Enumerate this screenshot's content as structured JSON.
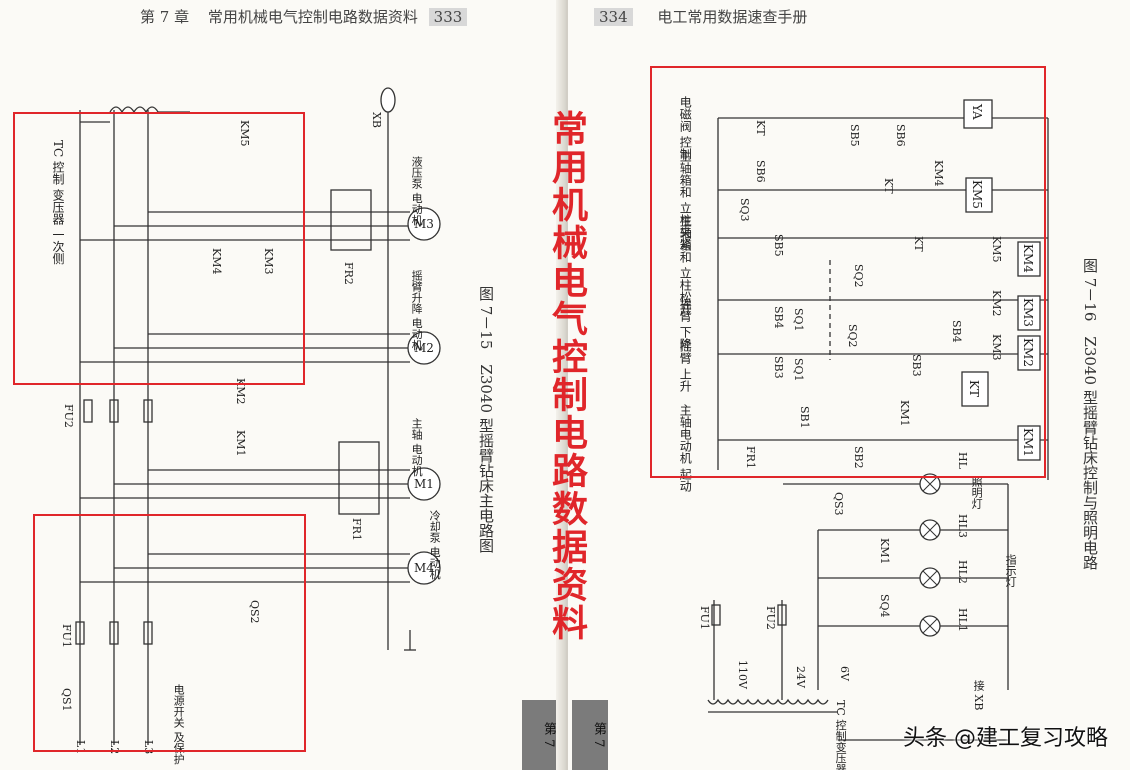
{
  "left_page": {
    "header_chapter": "第 7 章",
    "header_title": "常用机械电气控制电路数据资料",
    "page_number": "333",
    "caption": "图 7－15　Z3040 型摇臂钻床主电路图",
    "labels": {
      "tc": "TC 控制 变压器 一次侧",
      "xb": "XB",
      "km5": "KM5",
      "km4": "KM4",
      "km3": "KM3",
      "km2": "KM2",
      "km1": "KM1",
      "fr1": "FR1",
      "fr2": "FR2",
      "fu1": "FU1",
      "fu2": "FU2",
      "qs1": "QS1",
      "qs2": "QS2",
      "m1": "M1",
      "m2": "M2",
      "m3": "M3",
      "m4": "M4",
      "m1_desc": "主轴 电动机",
      "m2_desc": "摇臂升降 电动机",
      "m3_desc": "液压泵 电动机",
      "m4_desc": "冷却泵 电动机",
      "power_switch": "电源开关 及保护",
      "l1": "L1",
      "l2": "L2",
      "l3": "L3"
    },
    "tab": "第 7"
  },
  "right_page": {
    "page_number": "334",
    "header_title": "电工常用数据速查手册",
    "caption": "图 7－16　Z3040 型摇臂钻床控制与照明电路",
    "labels": {
      "col_solenoid": "电磁阀 控制",
      "col_clamp": "主轴箱和 立柱夹紧",
      "col_release": "主轴箱和 立柱松开",
      "col_down": "摇臂 下降",
      "col_up": "摇臂 上升",
      "col_start": "主轴电动机 起动",
      "kt": "KT",
      "sb1": "SB1",
      "sb2": "SB2",
      "sb3": "SB3",
      "sb4": "SB4",
      "sb5": "SB5",
      "sb6": "SB6",
      "sq1": "SQ1",
      "sq2": "SQ2",
      "sq3": "SQ3",
      "sq4": "SQ4",
      "qs3": "QS3",
      "ya": "YA",
      "km1": "KM1",
      "km2": "KM2",
      "km3": "KM3",
      "km4": "KM4",
      "km5": "KM5",
      "fr1": "FR1",
      "fu1": "FU1",
      "fu2": "FU2",
      "hl": "HL",
      "hl1": "HL1",
      "hl2": "HL2",
      "hl3": "HL3",
      "lamp": "照明灯",
      "indicator": "指示灯",
      "v110": "110V",
      "v24": "24V",
      "v6": "6V",
      "tc_desc": "TC 控制变压器",
      "xb_desc": "接 XB"
    },
    "tab": "第 7"
  },
  "stamp_text": "常用机械电气控制电路数据资料",
  "watermark": "头条 @建工复习攻略",
  "colors": {
    "highlight": "#e0262a",
    "ink": "#222222"
  }
}
